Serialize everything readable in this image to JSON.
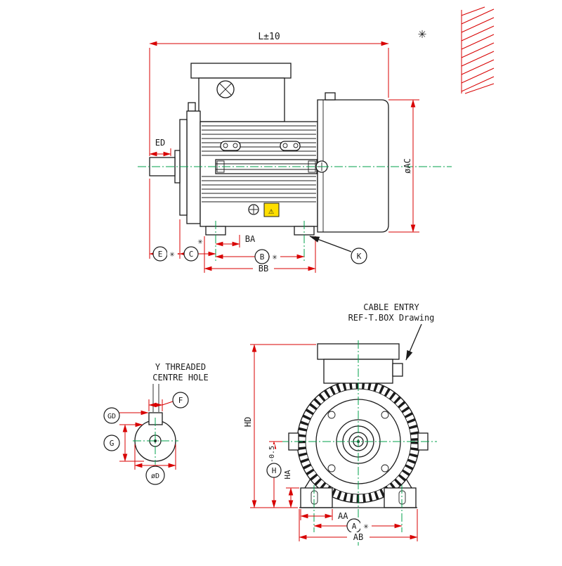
{
  "colors": {
    "outline": "#1b1b1b",
    "dim": "#d80000",
    "center": "#00a14b",
    "warnbg": "#ffdf00"
  },
  "symbols": {
    "asterisk": "✳",
    "warning": "⚠"
  },
  "side_view": {
    "dim_l": "L±10",
    "dim_ed": "ED",
    "dim_ac": "øAC",
    "bubble_e": "E",
    "bubble_c": "C",
    "dim_ba": "BA",
    "bubble_b": "B",
    "dim_bb": "BB",
    "bubble_k": "K"
  },
  "shaft_detail": {
    "note1": "Y THREADED",
    "note2": "CENTRE HOLE",
    "bubble_gd": "GD",
    "bubble_f": "F",
    "bubble_g": "G",
    "bubble_d": "øD"
  },
  "front_view": {
    "note1": "CABLE ENTRY",
    "note2": "REF-T.BOX Drawing",
    "dim_hd": "HD",
    "bubble_h": "H",
    "h_tol": "-0.5",
    "dim_ha": "HA",
    "dim_aa": "AA",
    "bubble_a": "A",
    "dim_ab": "AB"
  }
}
